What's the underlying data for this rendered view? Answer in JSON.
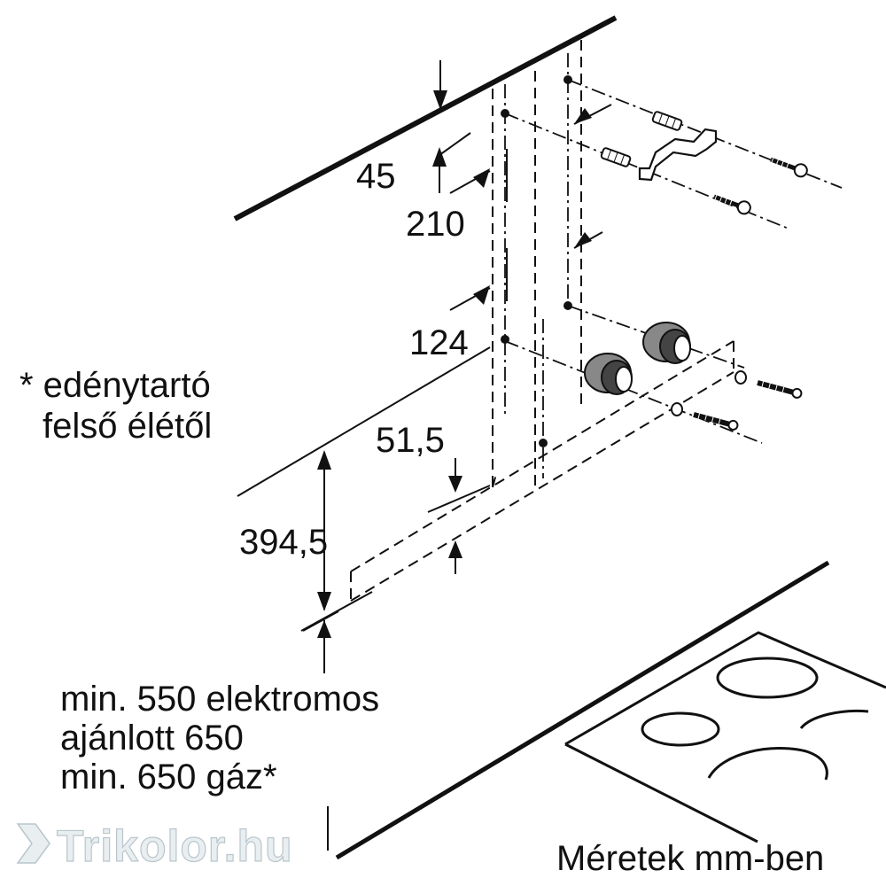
{
  "dimensions": {
    "d45": "45",
    "d210": "210",
    "d124": "124",
    "d515": "51,5",
    "d3945": "394,5"
  },
  "notes": {
    "asterisk_line1": "* edénytartó",
    "asterisk_line2": "felső élétől",
    "clearance_line1": "min. 550 elektromos",
    "clearance_line2": "ajánlott 650",
    "clearance_line3": "min. 650 gáz*",
    "units": "Méretek mm-ben"
  },
  "watermark": "Trikolor.hu",
  "colors": {
    "line": "#111111",
    "part_fill": "#ffffff",
    "plug_fill": "#777777",
    "watermark_fill": "#e9eef0",
    "watermark_stroke": "#b9c6cc"
  }
}
